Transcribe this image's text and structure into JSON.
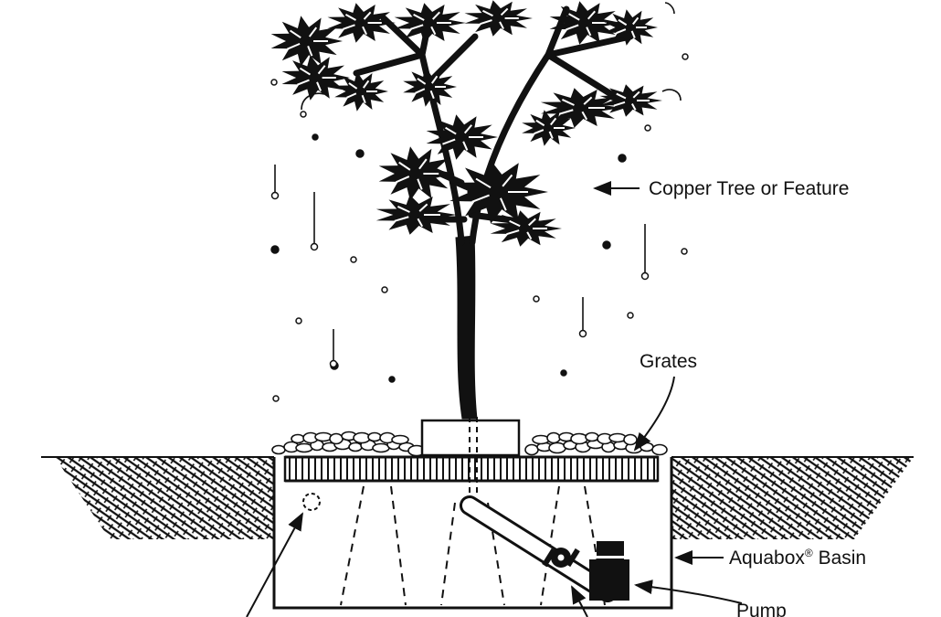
{
  "labels": {
    "tree": "Copper Tree or Feature",
    "grates": "Grates",
    "basin": "Aquabox",
    "basin_registered": "®",
    "basin_suffix": " Basin",
    "pump": "Pump"
  },
  "colors": {
    "ink": "#111111",
    "background": "#ffffff"
  }
}
